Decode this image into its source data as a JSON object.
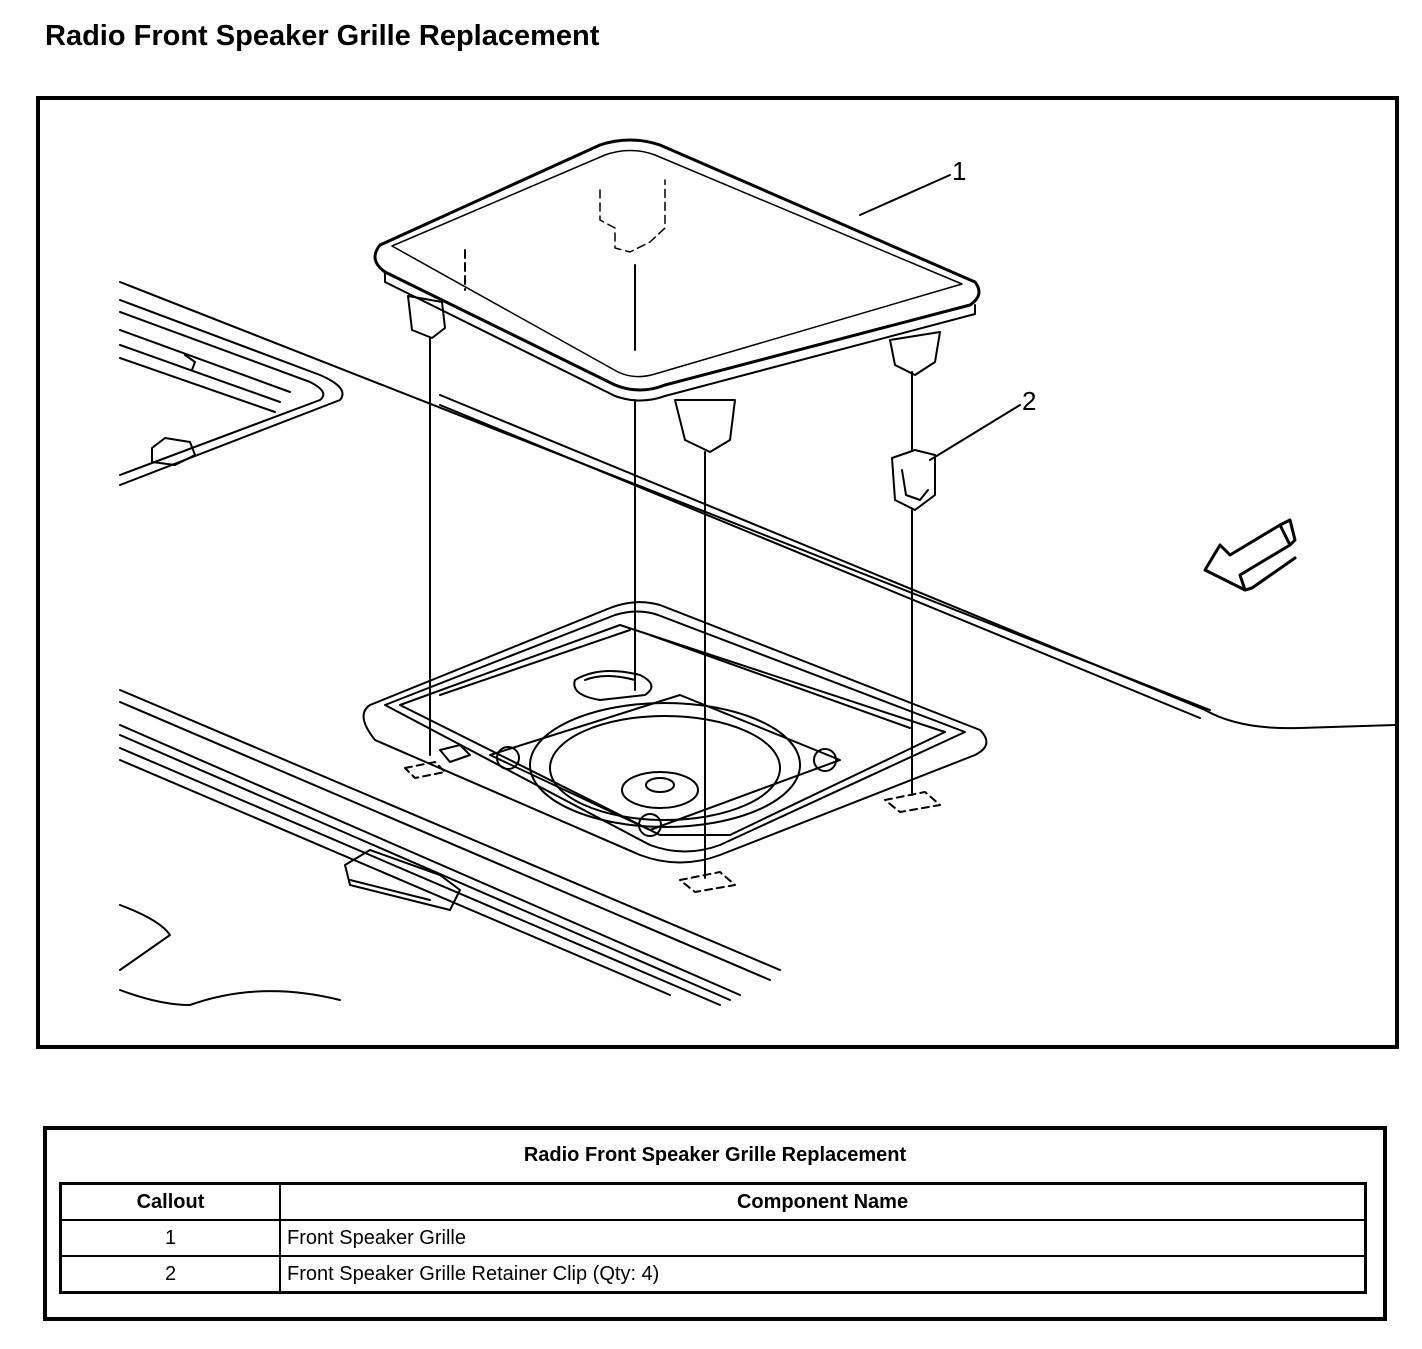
{
  "page": {
    "title": "Radio Front Speaker Grille Replacement"
  },
  "figure": {
    "callouts": [
      {
        "number": "1"
      },
      {
        "number": "2"
      }
    ],
    "icons": [
      "direction-arrow-icon"
    ]
  },
  "legend": {
    "title": "Radio Front Speaker Grille Replacement",
    "headers": {
      "callout": "Callout",
      "component": "Component Name"
    },
    "rows": [
      {
        "callout": "1",
        "name": "Front Speaker Grille"
      },
      {
        "callout": "2",
        "name": "Front Speaker Grille Retainer Clip (Qty: 4)"
      }
    ]
  }
}
